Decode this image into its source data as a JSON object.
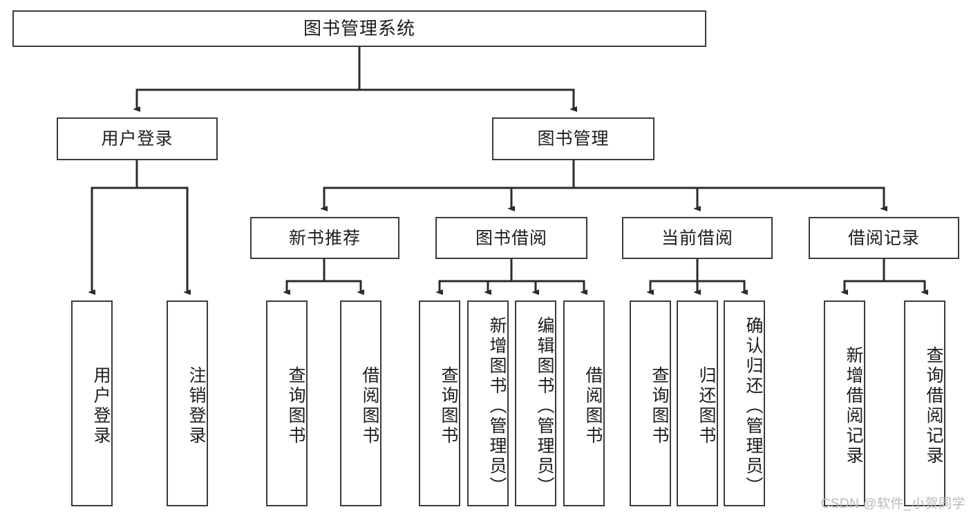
{
  "diagram": {
    "title": "图书管理系统",
    "type": "tree-hierarchy-diagram",
    "watermark": "CSDN @软件_小贺同学",
    "colors": {
      "box_border": "#3b3b3b",
      "box_fill": "#ffffff",
      "connector": "#2b2b2b",
      "text": "#1c1c1c",
      "watermark": "#b9b9b9",
      "background": "#ffffff"
    },
    "levels": {
      "root": {
        "label": "图书管理系统"
      },
      "level2": [
        {
          "id": "user-login",
          "label": "用户登录"
        },
        {
          "id": "book-manage",
          "label": "图书管理"
        }
      ],
      "level3": [
        {
          "id": "new-book-recommend",
          "label": "新书推荐",
          "parent": "book-manage"
        },
        {
          "id": "book-borrow",
          "label": "图书借阅",
          "parent": "book-manage"
        },
        {
          "id": "current-borrow",
          "label": "当前借阅",
          "parent": "book-manage"
        },
        {
          "id": "borrow-record",
          "label": "借阅记录",
          "parent": "book-manage"
        }
      ],
      "leaves": [
        {
          "id": "leaf-user-login",
          "label": "用户登录",
          "parent": "user-login"
        },
        {
          "id": "leaf-logout-login",
          "label": "注销登录",
          "parent": "user-login"
        },
        {
          "id": "leaf-query-book-1",
          "label": "查询图书",
          "parent": "new-book-recommend"
        },
        {
          "id": "leaf-borrow-book-1",
          "label": "借阅图书",
          "parent": "new-book-recommend"
        },
        {
          "id": "leaf-query-book-2",
          "label": "查询图书",
          "parent": "book-borrow"
        },
        {
          "id": "leaf-add-book",
          "label": "新增图书（管理员）",
          "parent": "book-borrow"
        },
        {
          "id": "leaf-edit-book",
          "label": "编辑图书（管理员）",
          "parent": "book-borrow"
        },
        {
          "id": "leaf-borrow-book-2",
          "label": "借阅图书",
          "parent": "book-borrow"
        },
        {
          "id": "leaf-query-book-3",
          "label": "查询图书",
          "parent": "current-borrow"
        },
        {
          "id": "leaf-return-book",
          "label": "归还图书",
          "parent": "current-borrow"
        },
        {
          "id": "leaf-confirm-return",
          "label": "确认归还（管理员）",
          "parent": "current-borrow"
        },
        {
          "id": "leaf-add-record",
          "label": "新增借阅记录",
          "parent": "borrow-record"
        },
        {
          "id": "leaf-query-record",
          "label": "查询借阅记录",
          "parent": "borrow-record"
        }
      ]
    }
  }
}
